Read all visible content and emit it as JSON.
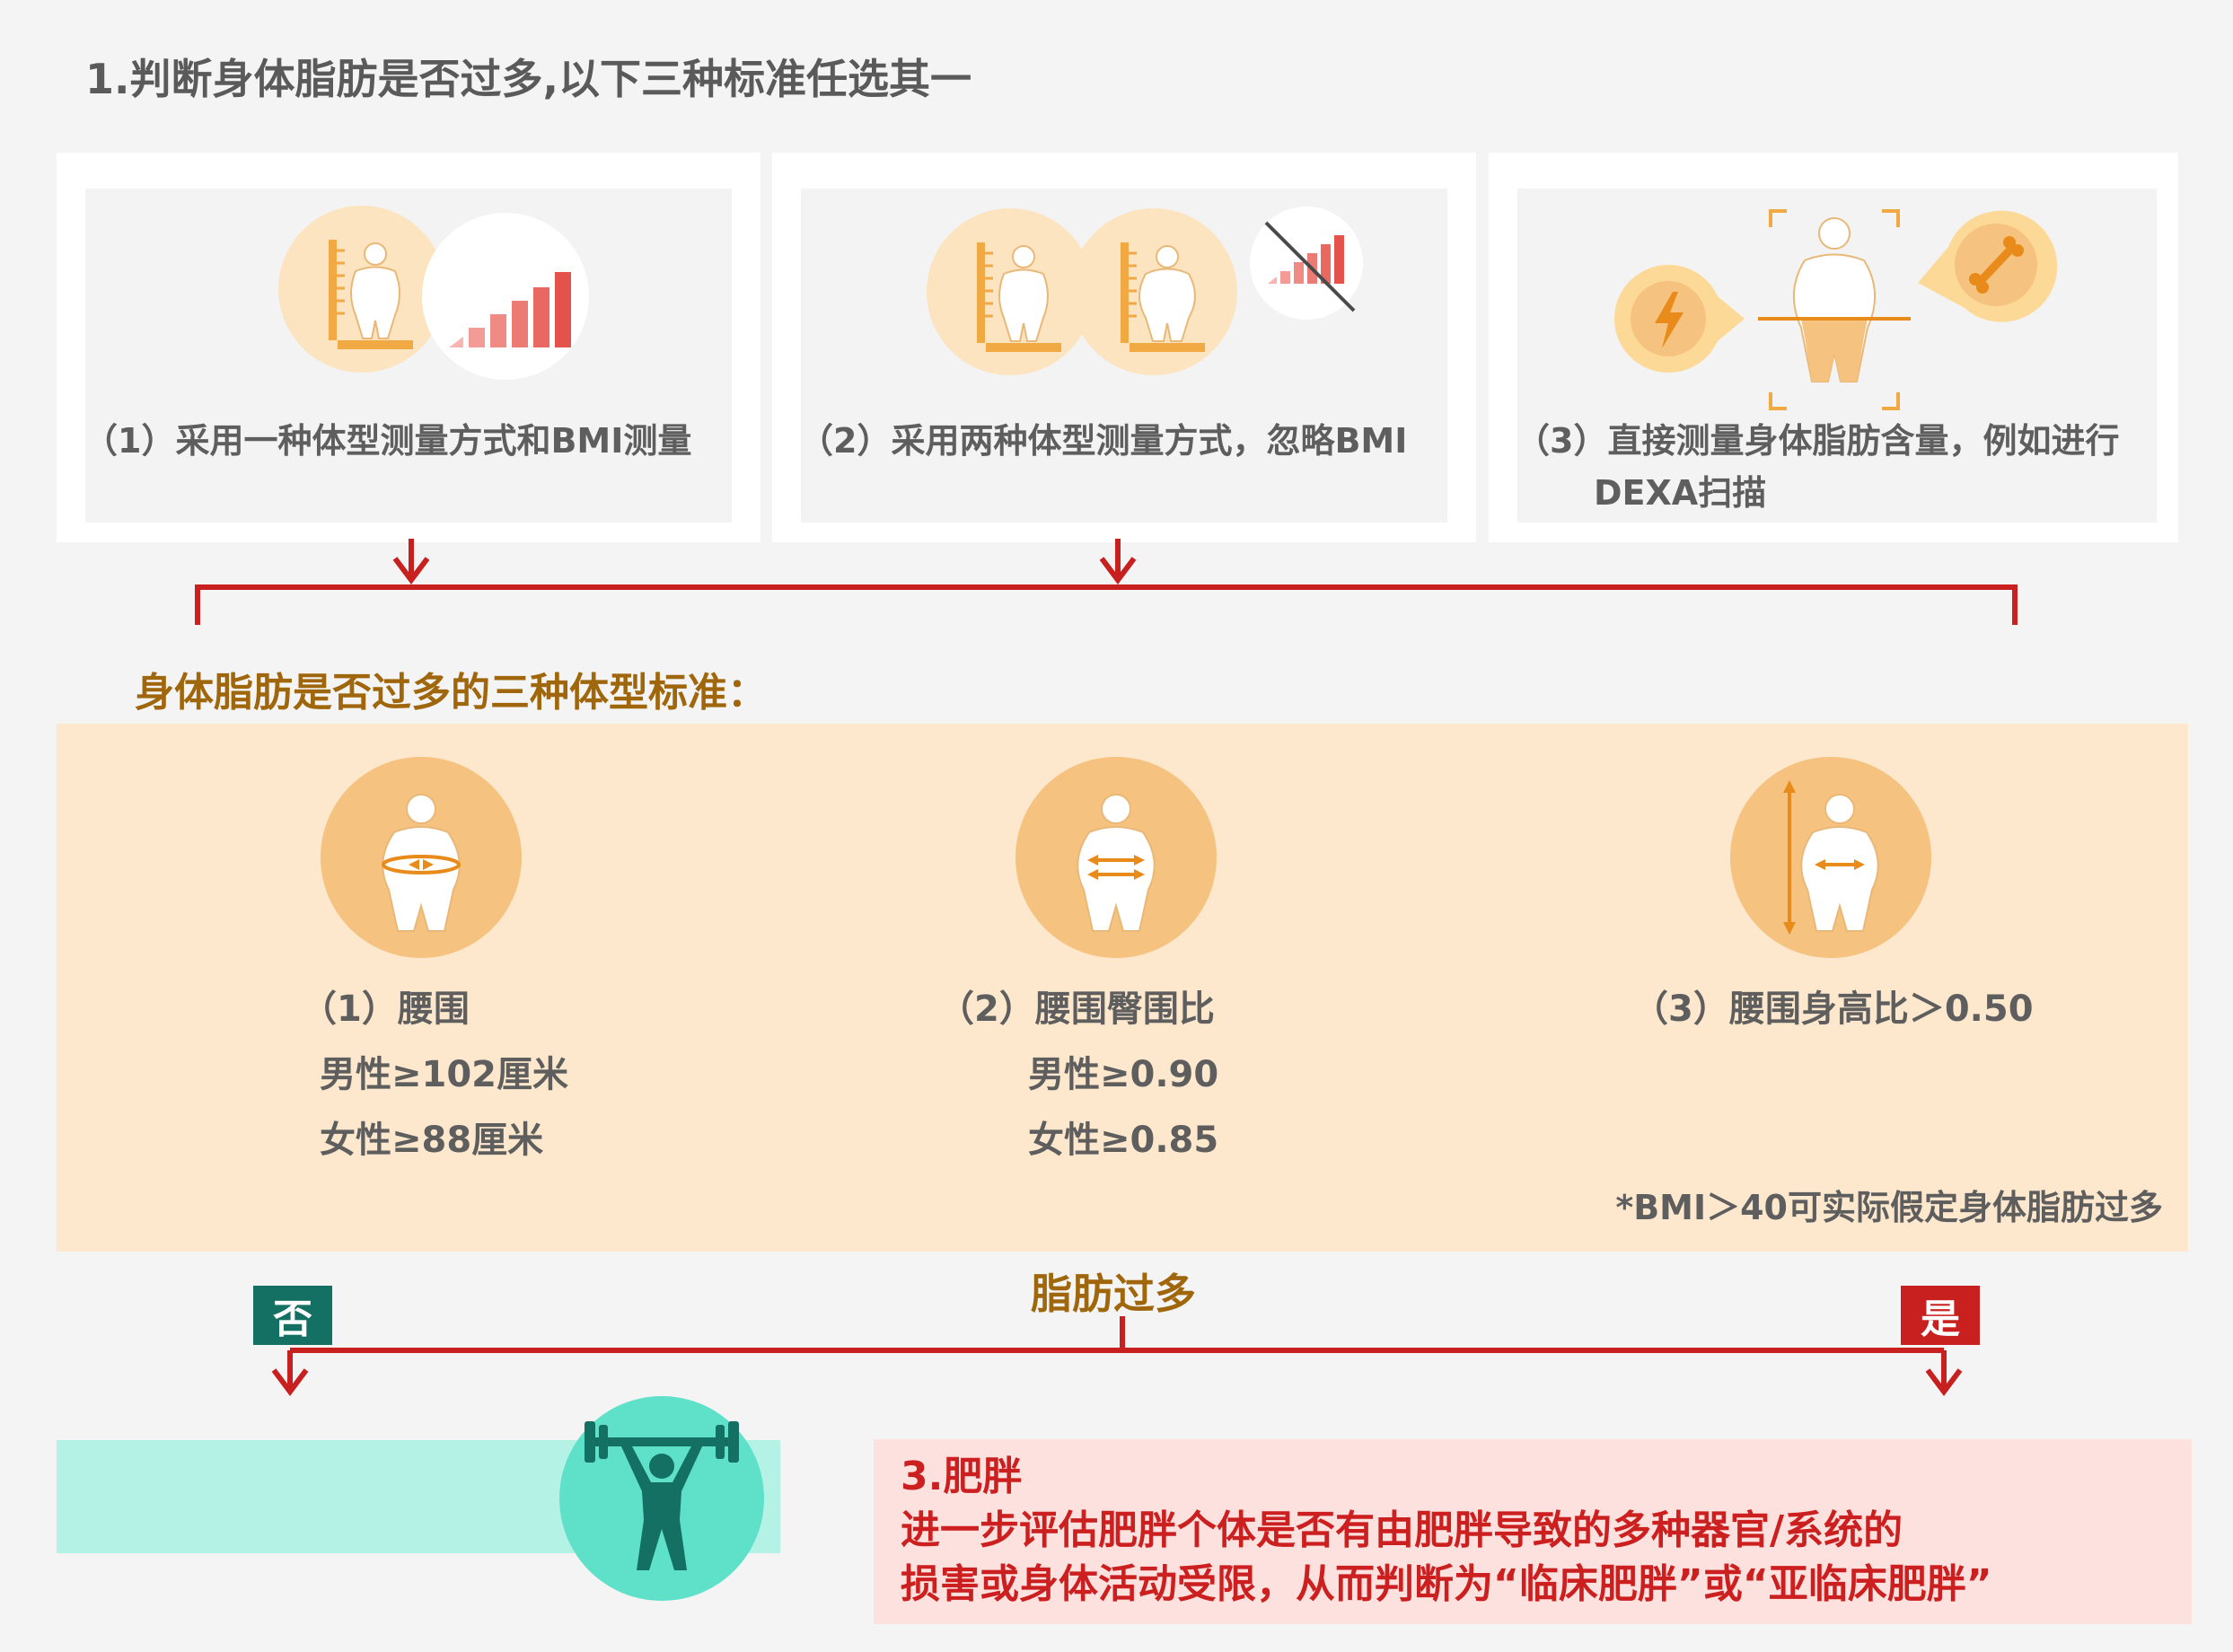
{
  "title": "1.判断身体脂肪是否过多,以下三种标准任选其一",
  "methods": [
    {
      "label": "（1）采用一种体型测量方式和BMI测量"
    },
    {
      "label": "（2）采用两种体型测量方式，忽略BMI"
    },
    {
      "label_line1": "（3）直接测量身体脂肪含量，例如进行",
      "label_line2": "DEXA扫描"
    }
  ],
  "criteria": {
    "heading": "身体脂肪是否过多的三种体型标准：",
    "items": [
      {
        "title": "（1）腰围",
        "line1": "男性≥102厘米",
        "line2": "女性≥88厘米"
      },
      {
        "title": "（2）腰围臀围比",
        "line1": "男性≥0.90",
        "line2": "女性≥0.85"
      },
      {
        "title": "（3）腰围身高比＞0.50"
      }
    ],
    "note": "*BMI＞40可实际假定身体脂肪过多"
  },
  "decision": {
    "label": "脂肪过多",
    "no": "否",
    "yes": "是"
  },
  "obesity": {
    "title": "3.肥胖",
    "line1": "进一步评估肥胖个体是否有由肥胖导致的多种器官/系统的",
    "line2": "损害或身体活动受限，从而判断为“临床肥胖”或“亚临床肥胖”"
  },
  "colors": {
    "arrow_red": "#c8201f",
    "heading_brown": "#a0660c",
    "panel_peach": "#fde8cd",
    "icon_peach": "#fce4c0",
    "icon_orange": "#f6c27f",
    "no_green": "#137062",
    "yes_red": "#c8201f",
    "mint": "#b5f2e6",
    "teal_circle": "#5fe0c8",
    "obesity_pink": "#fde1df"
  },
  "icons": {
    "method1": [
      "body-scale-icon",
      "bmi-bars-icon"
    ],
    "method2": [
      "body-scale-icon",
      "body-scale-icon",
      "bmi-crossed-icon"
    ],
    "method3": [
      "lightning-bubble-icon",
      "body-scan-icon",
      "bone-bubble-icon"
    ],
    "criteria": [
      "waist-measure-icon",
      "waist-hip-measure-icon",
      "waist-height-measure-icon"
    ],
    "no_result": "weightlifter-icon"
  }
}
